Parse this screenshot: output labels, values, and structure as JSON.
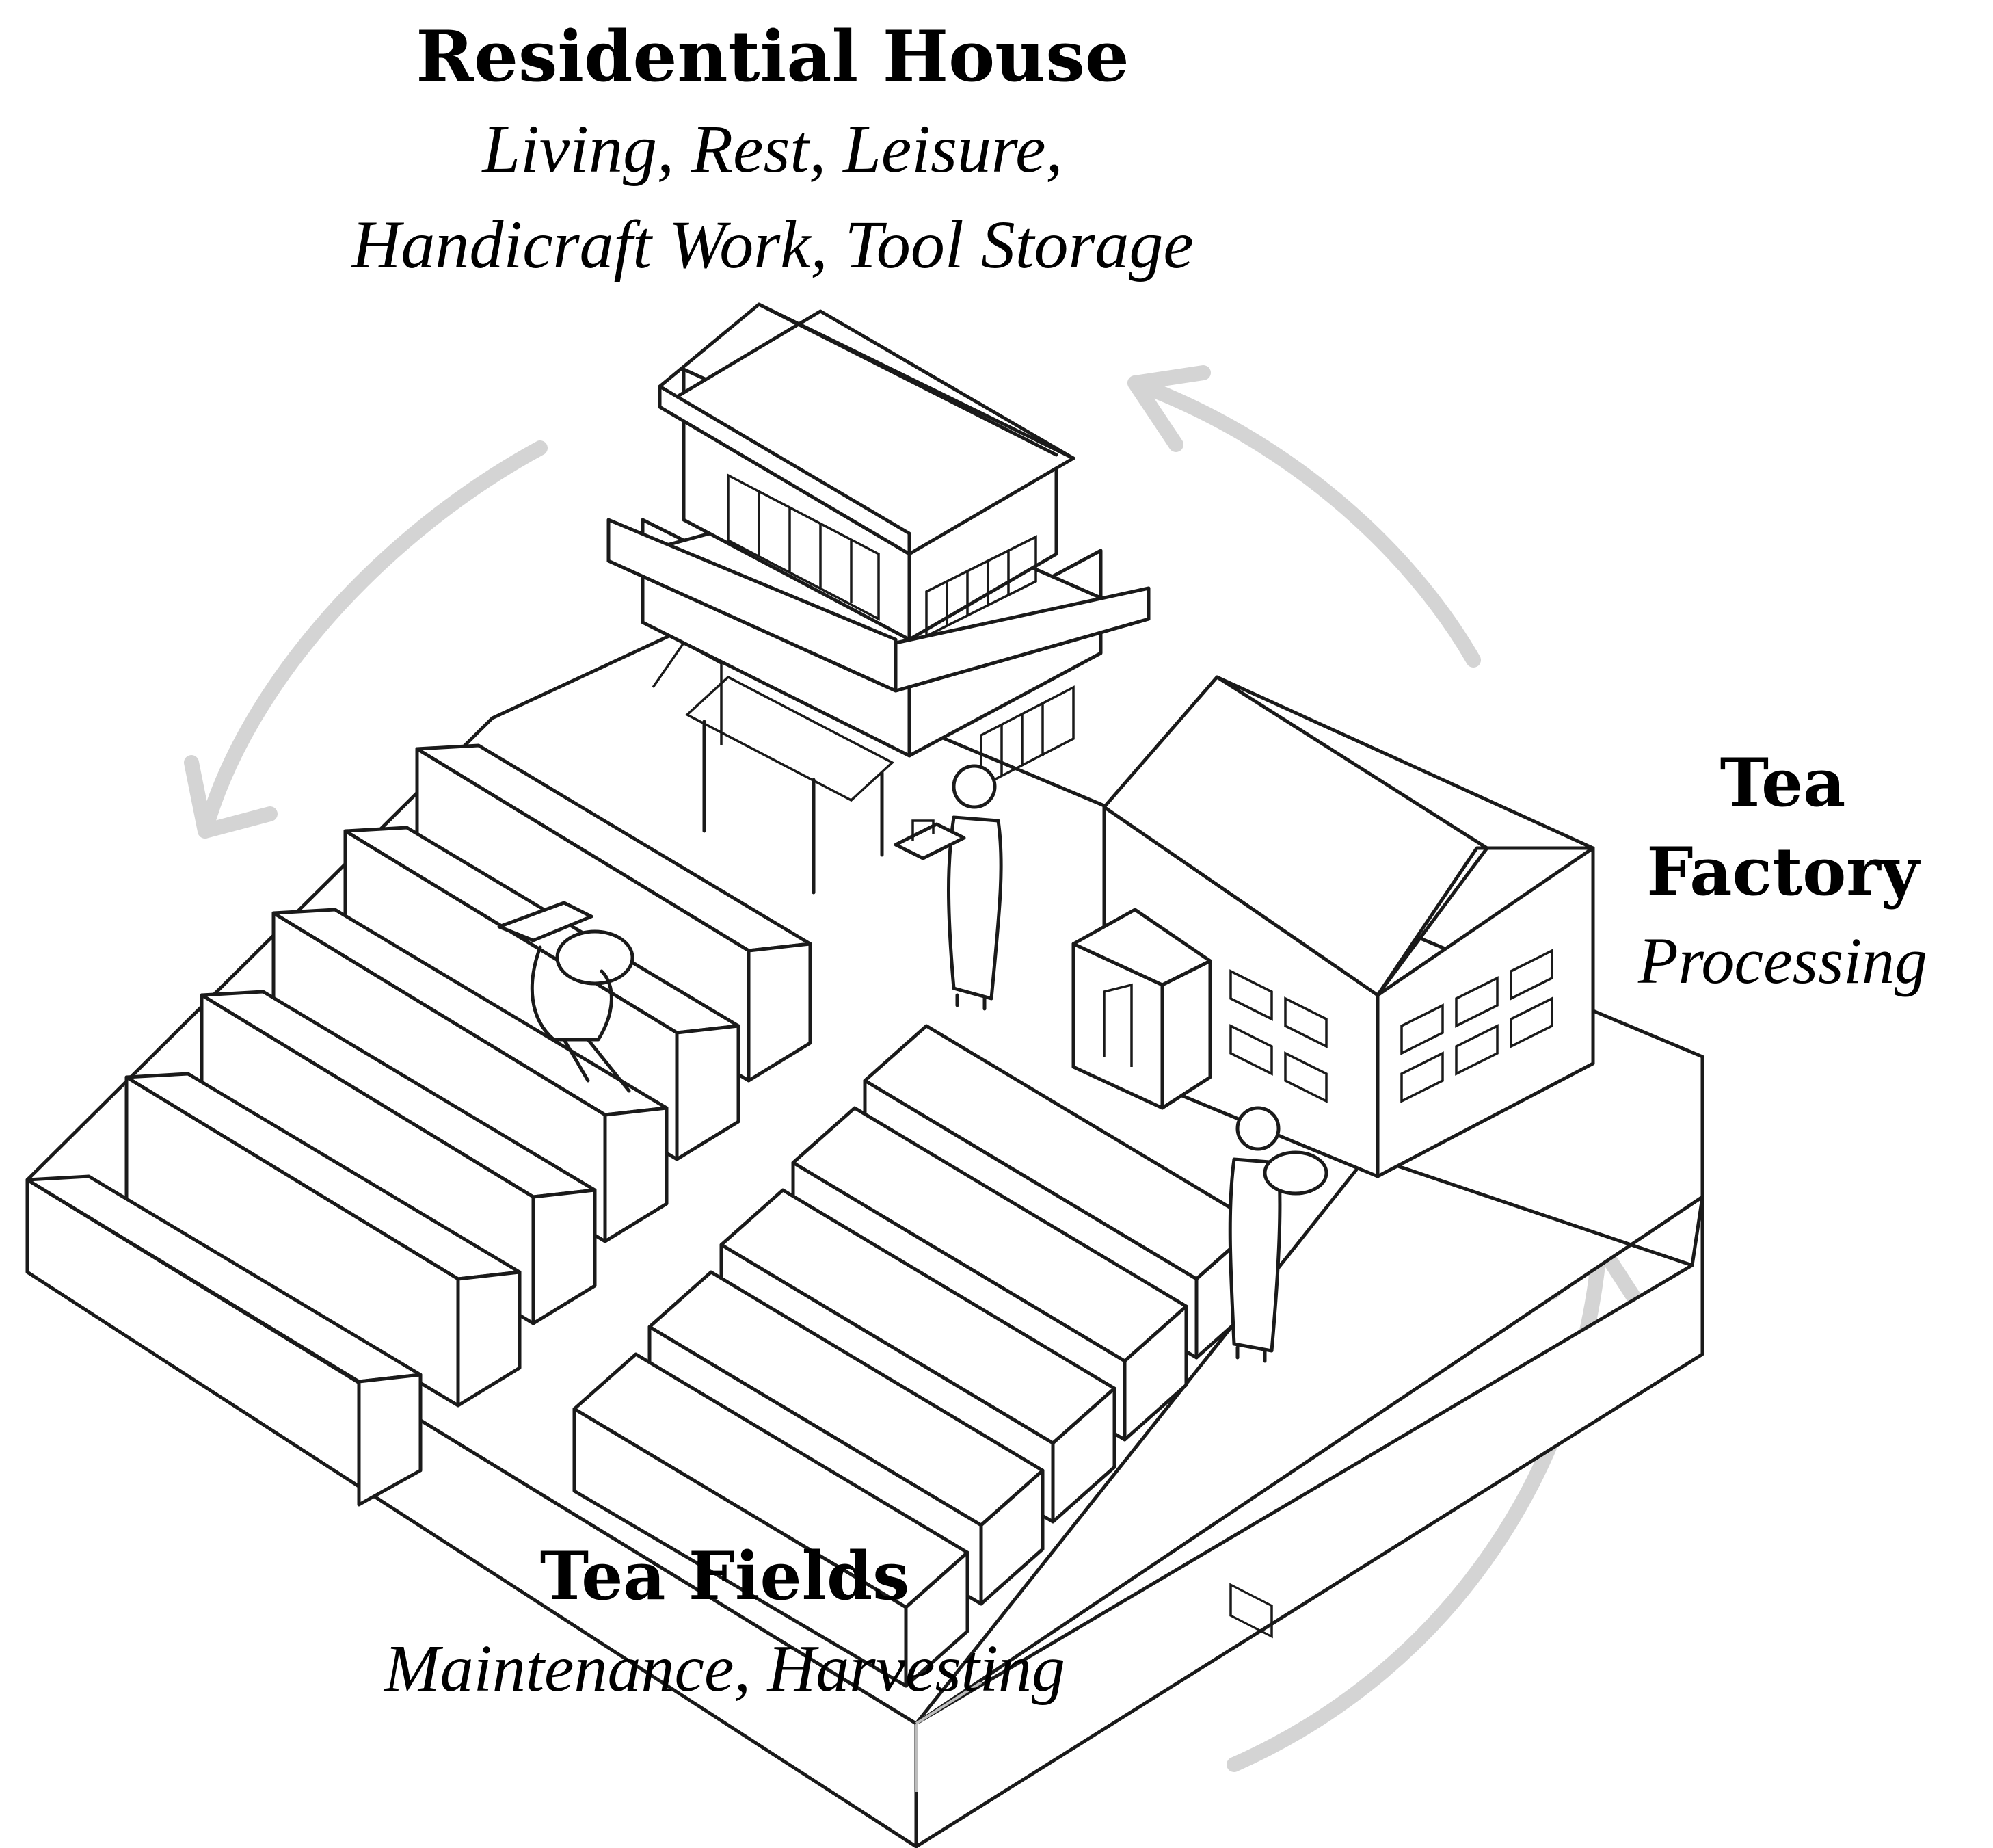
{
  "nodes": {
    "residential_house": {
      "title": "Residential House",
      "activities_line1": "Living, Rest, Leisure,",
      "activities_line2": "Handicraft Work, Tool Storage"
    },
    "tea_factory": {
      "title": "Tea Factory",
      "activities": "Processing"
    },
    "tea_fields": {
      "title": "Tea Fields",
      "activities": "Maintenance, Harvesting"
    }
  },
  "cycle": {
    "direction": "counter-clockwise",
    "arrow_color": "#d4d4d4",
    "flows": [
      {
        "from": "tea_factory",
        "to": "residential_house"
      },
      {
        "from": "residential_house",
        "to": "tea_fields"
      },
      {
        "from": "tea_fields",
        "to": "tea_factory"
      }
    ]
  },
  "colors": {
    "line": "#1a1a1a",
    "background": "#ffffff"
  }
}
